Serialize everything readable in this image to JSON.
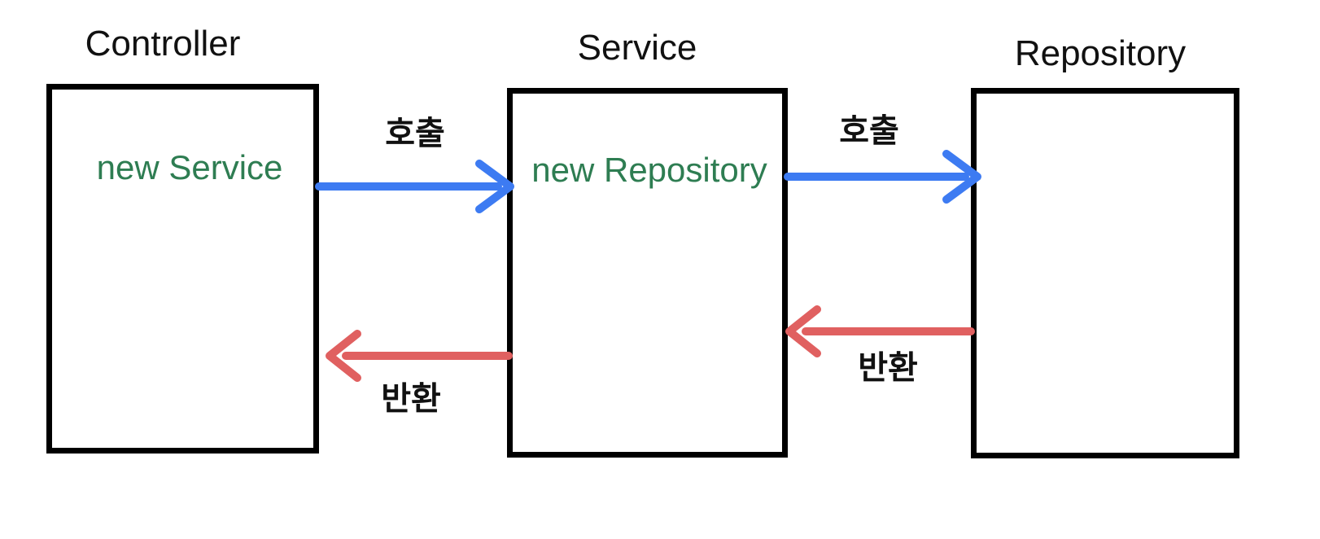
{
  "diagram": {
    "title": "",
    "type": "flow",
    "colors": {
      "background": "#ffffff",
      "box_border": "#000000",
      "label_text": "#111111",
      "call_arrow": "#3d7bf2",
      "return_arrow": "#e06060",
      "instantiation_text": "#2e7d52"
    },
    "nodes": [
      {
        "id": "controller",
        "title": "Controller",
        "content": "new Service"
      },
      {
        "id": "service",
        "title": "Service",
        "content": "new Repository"
      },
      {
        "id": "repository",
        "title": "Repository",
        "content": ""
      }
    ],
    "edges": [
      {
        "from": "controller",
        "to": "service",
        "label": "호출",
        "type": "call",
        "color": "#3d7bf2"
      },
      {
        "from": "service",
        "to": "repository",
        "label": "호출",
        "type": "call",
        "color": "#3d7bf2"
      },
      {
        "from": "repository",
        "to": "service",
        "label": "반환",
        "type": "return",
        "color": "#e06060"
      },
      {
        "from": "service",
        "to": "controller",
        "label": "반환",
        "type": "return",
        "color": "#e06060"
      }
    ]
  }
}
